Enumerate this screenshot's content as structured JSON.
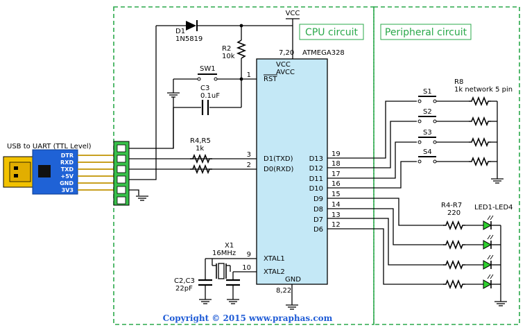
{
  "sections": {
    "cpu_label": "CPU circuit",
    "peripheral_label": "Peripheral circuit"
  },
  "usb": {
    "title": "USB to UART (TTL Level)",
    "pins": [
      "DTR",
      "RXD",
      "TXD",
      "+5V",
      "GND",
      "3V3"
    ]
  },
  "labels": {
    "vcc": "VCC",
    "d1_ref": "D1",
    "d1_val": "1N5819",
    "r2_ref": "R2",
    "r2_val": "10k",
    "sw1": "SW1",
    "c3_ref": "C3",
    "c3_val": "0.1uF",
    "r45_ref": "R4,R5",
    "r45_val": "1k",
    "x1_ref": "X1",
    "x1_val": "16MHz",
    "c23_ref": "C2,C3",
    "c23_val": "22pF",
    "r8_ref": "R8",
    "r8_val": "1k network 5 pin",
    "s1": "S1",
    "s2": "S2",
    "s3": "S3",
    "s4": "S4",
    "r47_ref": "R4-R7",
    "r47_val": "220",
    "led_ref": "LED1-LED4"
  },
  "chip": {
    "name": "ATMEGA328",
    "vcc_pins": "7,20",
    "gnd_pins": "8,22",
    "vcc": "VCC",
    "avcc": "AVCC",
    "rst": "RST",
    "txd": "D1(TXD)",
    "rxd": "D0(RXD)",
    "xtal1": "XTAL1",
    "xtal2": "XTAL2",
    "gnd": "GND",
    "right_pins": [
      "D13",
      "D12",
      "D11",
      "D10",
      "D9",
      "D8",
      "D7",
      "D6"
    ],
    "right_nums": [
      "19",
      "18",
      "17",
      "16",
      "15",
      "14",
      "13",
      "12"
    ],
    "left_nums": {
      "rst": "1",
      "txd": "3",
      "rxd": "2",
      "xtal1": "9",
      "xtal2": "10"
    }
  },
  "copyright": "Copyright © 2015 www.praphas.com"
}
